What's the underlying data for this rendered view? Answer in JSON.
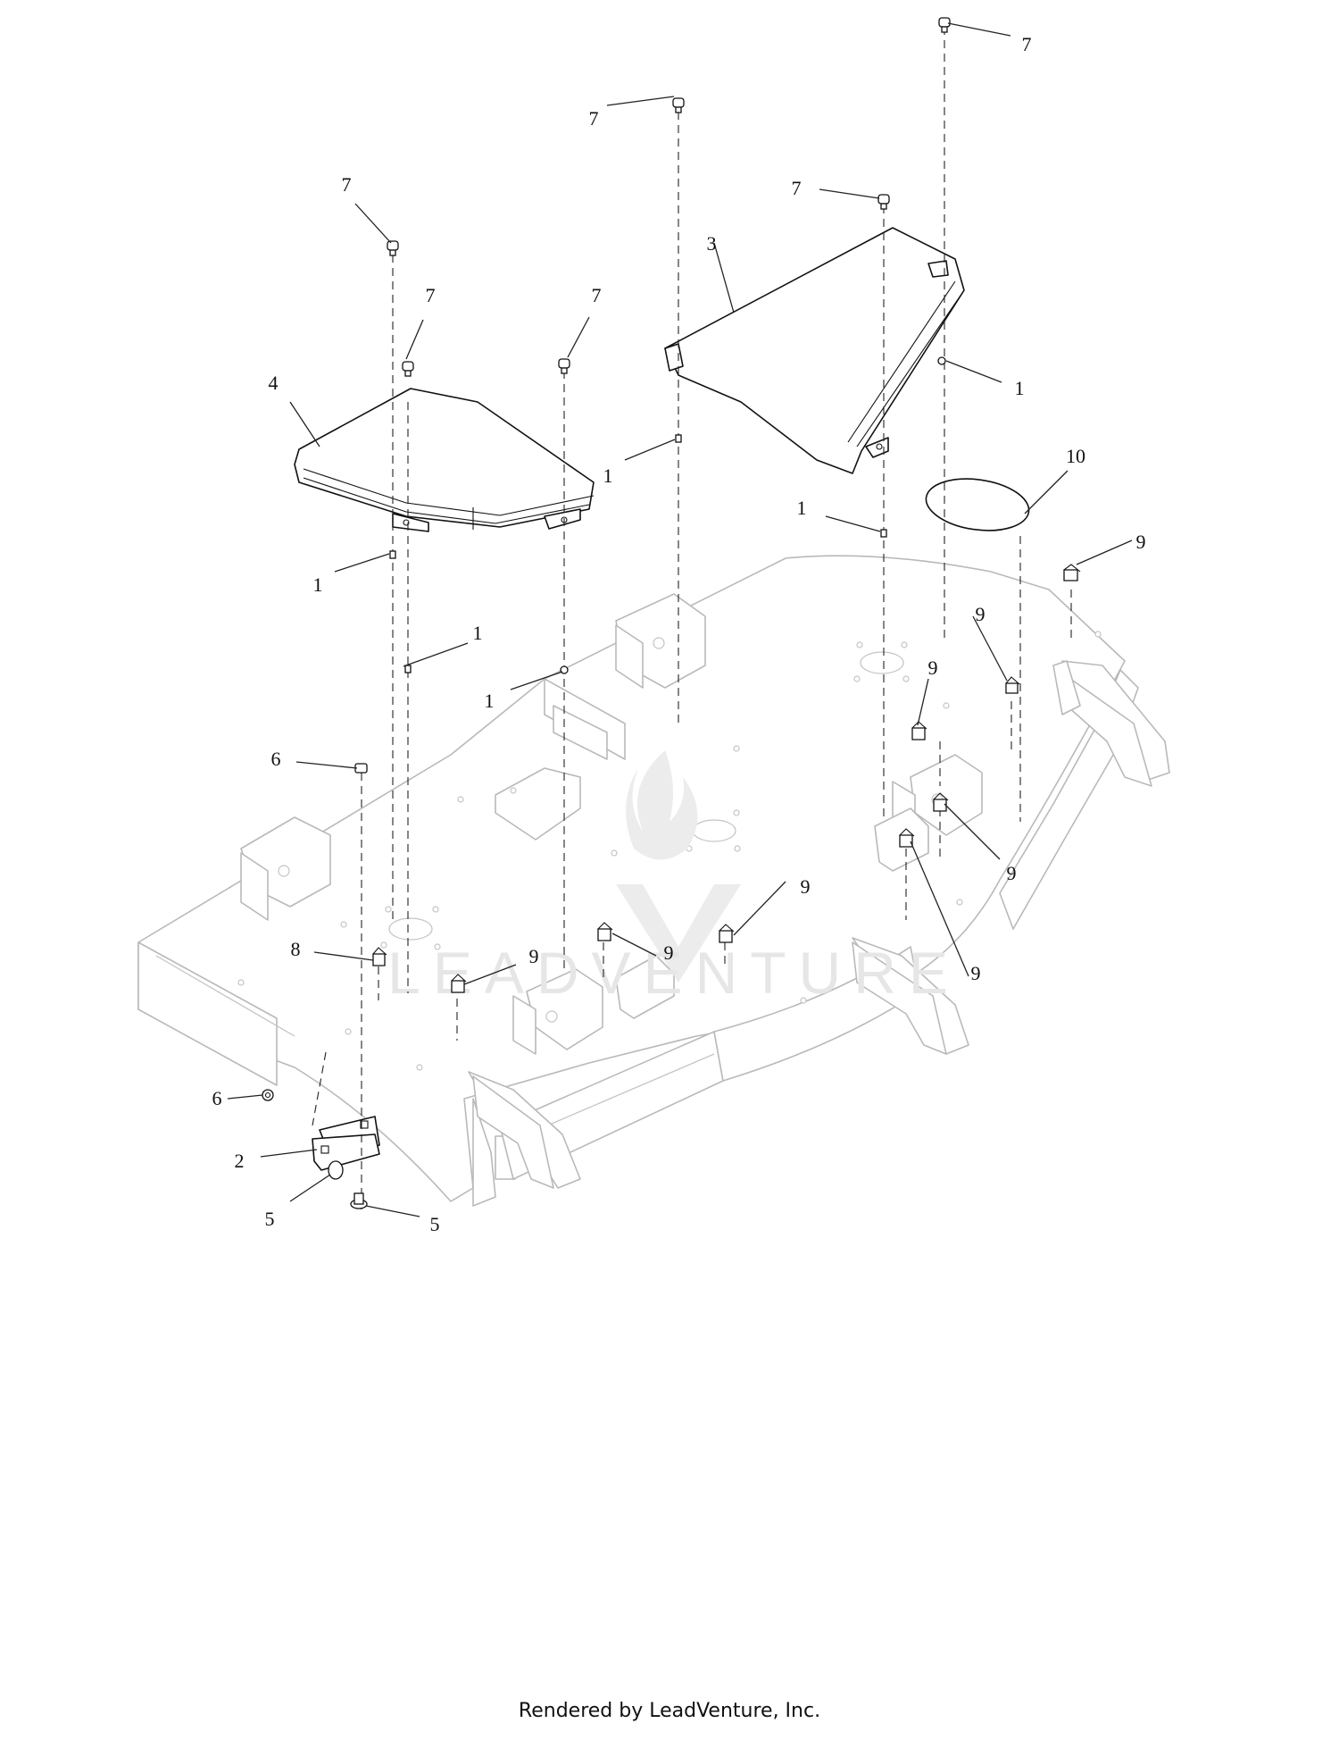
{
  "diagram": {
    "watermark": "LEADVENTURE",
    "footer": "Rendered by LeadVenture, Inc.",
    "callouts": {
      "c7a": "7",
      "c7b": "7",
      "c7c": "7",
      "c7d": "7",
      "c7e": "7",
      "c7f": "7",
      "c3": "3",
      "c4": "4",
      "c1a": "1",
      "c1b": "1",
      "c1c": "1",
      "c1d": "1",
      "c1e": "1",
      "c1f": "1",
      "c10": "10",
      "c9a": "9",
      "c9b": "9",
      "c9c": "9",
      "c9d": "9",
      "c9e": "9",
      "c9f": "9",
      "c9g": "9",
      "c9h": "9",
      "c6a": "6",
      "c6b": "6",
      "c8": "8",
      "c2": "2",
      "c5a": "5",
      "c5b": "5"
    }
  }
}
